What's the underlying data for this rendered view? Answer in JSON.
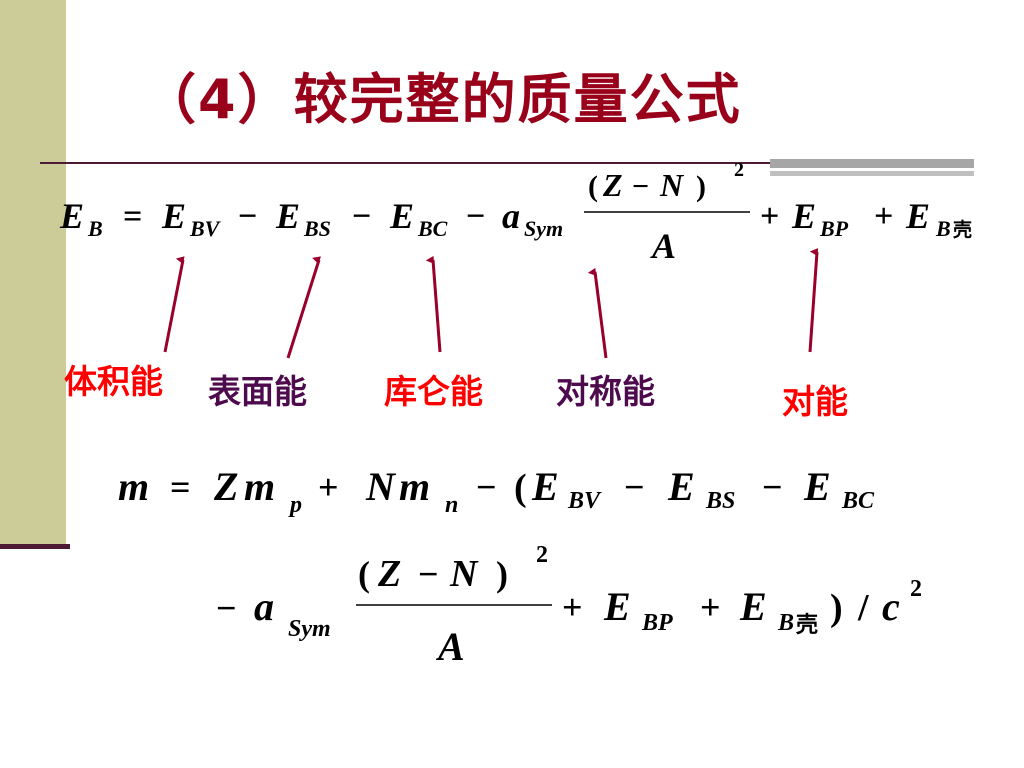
{
  "slide": {
    "title": "（4）较完整的质量公式"
  },
  "formula1": {
    "EB": "E",
    "B": "B",
    "eq": "=",
    "E1": "E",
    "BV": "BV",
    "minus": "−",
    "E2": "E",
    "BS": "BS",
    "E3": "E",
    "BC": "BC",
    "a": "a",
    "Sym": "Sym",
    "lparen": "(",
    "Z": "Z",
    "N": "N",
    "rparen": ")",
    "sq": "2",
    "A": "A",
    "plus": "+",
    "E4": "E",
    "BP": "BP",
    "E5": "E",
    "Bshell": "B",
    "shell": "壳"
  },
  "labels": {
    "volume": "体积能",
    "surface": "表面能",
    "coulomb": "库仑能",
    "symmetry": "对称能",
    "pairing": "对能"
  },
  "formula2": {
    "m": "m",
    "eq": "=",
    "Z": "Z",
    "mp": "m",
    "p": "p",
    "plus": "+",
    "N": "N",
    "mn": "m",
    "n": "n",
    "minus": "−",
    "lparen": "(",
    "E1": "E",
    "BV": "BV",
    "E2": "E",
    "BS": "BS",
    "E3": "E",
    "BC": "BC"
  },
  "formula3": {
    "minus": "−",
    "a": "a",
    "Sym": "Sym",
    "lparen": "(",
    "Z": "Z",
    "N": "N",
    "rparen": ")",
    "sq": "2",
    "A": "A",
    "plus": "+",
    "E4": "E",
    "BP": "BP",
    "E5": "E",
    "Bshell": "B",
    "shell": "壳",
    "rparen2": ")",
    "slash": "/",
    "c": "c",
    "c2": "2"
  },
  "colors": {
    "title": "#99001a",
    "red_label": "#ff0000",
    "purple_label": "#4d0a4d",
    "arrow": "#99002b",
    "sidebar": "#cccc99"
  }
}
